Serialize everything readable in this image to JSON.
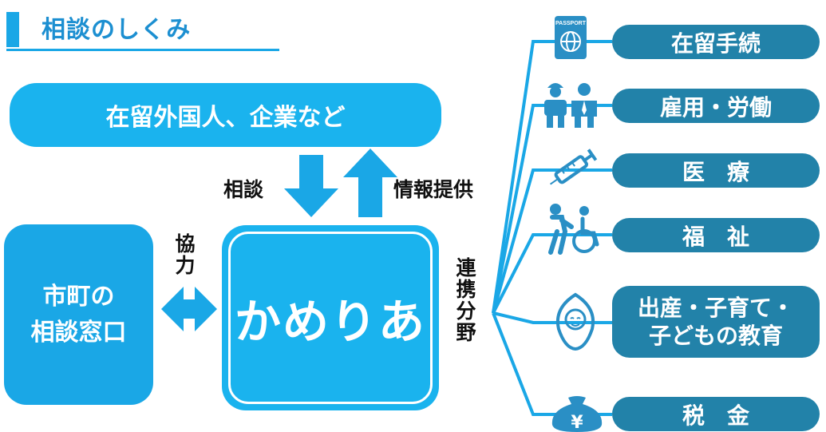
{
  "title": "相談のしくみ",
  "top_box": "在留外国人、企業など",
  "consult_label": "相談",
  "info_label": "情報提供",
  "cooperation_label": "協力",
  "left_box": {
    "line1": "市町の",
    "line2": "相談窓口"
  },
  "center_box": "かめりあ",
  "link_label": "連携分野",
  "passport_text": "PASSPORT",
  "yen_symbol": "¥",
  "fields": [
    {
      "label": "在留手続",
      "icon": "passport-icon"
    },
    {
      "label": "雇用・労働",
      "icon": "workers-icon"
    },
    {
      "label": "医　療",
      "icon": "syringe-icon"
    },
    {
      "label": "福　祉",
      "icon": "wheelchair-icon"
    },
    {
      "label_line1": "出産・子育て・",
      "label_line2": "子どもの教育",
      "icon": "baby-icon"
    },
    {
      "label": "税　金",
      "icon": "money-bag-icon"
    }
  ],
  "colors": {
    "primary": "#1ab3ee",
    "accent": "#1aa7e6",
    "pill": "#2282a9"
  }
}
